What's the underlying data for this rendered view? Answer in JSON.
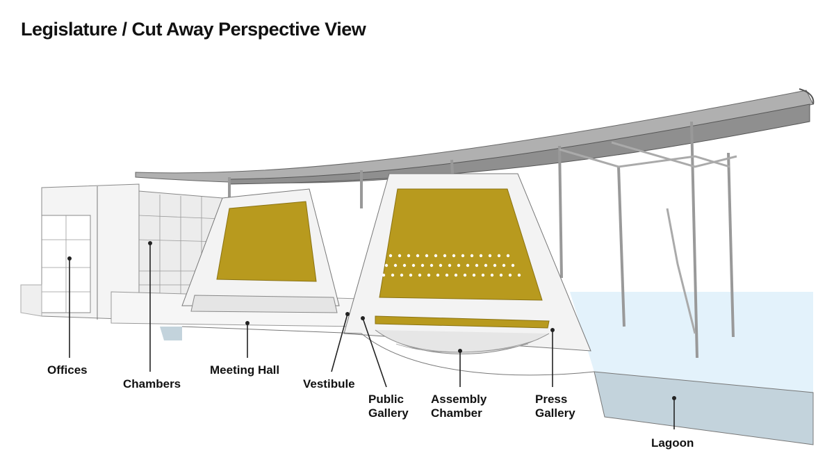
{
  "title": "Legislature / Cut Away Perspective View",
  "labels": {
    "offices": "Offices",
    "chambers": "Chambers",
    "meeting_hall": "Meeting Hall",
    "vestibule": "Vestibule",
    "public_gallery": [
      "Public",
      "Gallery"
    ],
    "assembly_chamber": [
      "Assembly",
      "Chamber"
    ],
    "press_gallery": [
      "Press",
      "Gallery"
    ],
    "lagoon": "Lagoon"
  },
  "colors": {
    "gold": "#b89a1e",
    "water": "#e3f2fb",
    "water_section": "#c3d3dc",
    "roof": "#9a9a9a"
  }
}
